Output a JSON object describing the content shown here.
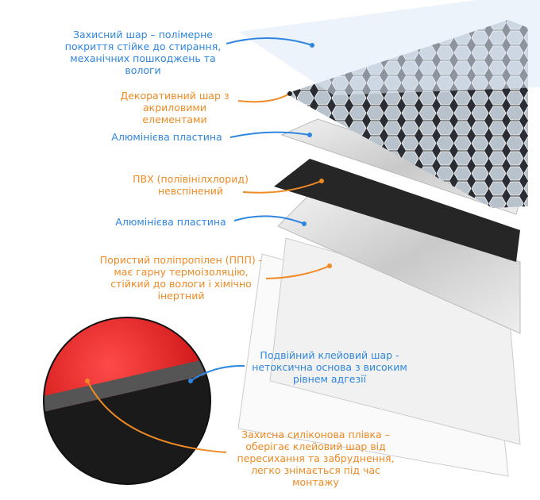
{
  "colors": {
    "blue": "#2f86e0",
    "orange": "#ef8a24"
  },
  "labels": [
    {
      "text": "Захисний шар – полімерне покриття стійке до стирання, механічних пошкоджень та вологи",
      "color": "blue"
    },
    {
      "text": "Декоративний шар з акриловими елементами",
      "color": "orange"
    },
    {
      "text": "Алюмінієва пластина",
      "color": "blue"
    },
    {
      "text": "ПВХ (полівінілхлорид) невспінений",
      "color": "orange"
    },
    {
      "text": "Алюмінієва пластина",
      "color": "blue"
    },
    {
      "text": "Пористий поліпропілен (ППП) - має гарну термоізоляцію, стійкий до вологи і хімічно інертний",
      "color": "orange"
    },
    {
      "text": "Подвійний клейовий шар - нетоксична основа з високим рівнем адгезії",
      "color": "blue"
    },
    {
      "text": "Захисна силіконова плівка – оберігає клейовий шар від пересихання та забруднення, легко знімається під час монтажу",
      "color": "orange"
    }
  ]
}
